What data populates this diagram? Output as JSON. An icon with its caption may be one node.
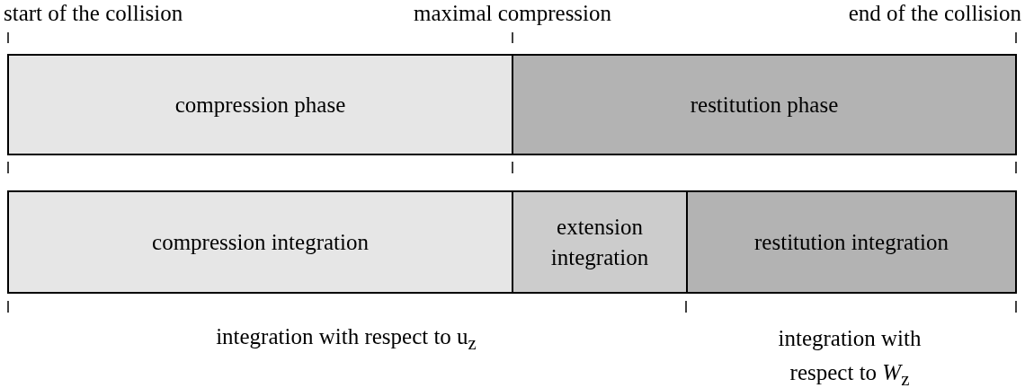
{
  "diagram": {
    "nodes": [
      {
        "text": [
          "compression phase"
        ]
      },
      {
        "text": [
          "restitution phase"
        ]
      },
      {
        "text": [
          "compression integration"
        ]
      },
      {
        "text": [
          "extension integration"
        ]
      },
      {
        "text": [
          "restitution integration"
        ]
      }
    ],
    "labels": [
      "start of the collision",
      "maximal compression",
      "end of the collision",
      "integration with respect to u$_{z}$",
      "integration with respect to *W*$_{z}$"
    ]
  }
}
